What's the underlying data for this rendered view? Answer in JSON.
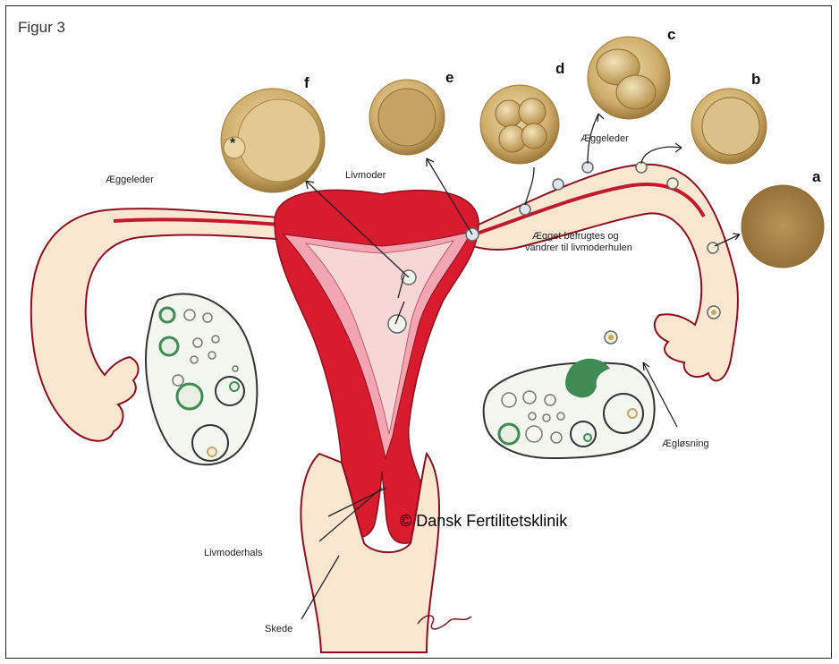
{
  "figure": {
    "title": "Figur 3"
  },
  "labels": {
    "eggeleder_left": "Æggeleder",
    "eggeleder_right": "Æggeleder",
    "livmoder": "Livmoder",
    "befrugtning": "Ægget befrugtes og",
    "befrugtning_2": "vandrer til livmoderhulen",
    "aegloesning": "Ægløsning",
    "livmoderhals": "Livmoderhals",
    "skede": "Skede"
  },
  "stages": {
    "a": "a",
    "b": "b",
    "c": "c",
    "d": "d",
    "e": "e",
    "f": "f"
  },
  "markers": {
    "asterisk": "*"
  },
  "copyright": "© Dansk Fertilitetsklinik",
  "colors": {
    "uterus_red": "#d91b2f",
    "uterus_pink": "#f3a6b2",
    "cavity_light": "#f8d6d6",
    "tube_peach": "#fbe6d2",
    "tube_outline": "#8a1020",
    "ovary_fill": "#f4f7f0",
    "follicle_green": "#3f8a55",
    "embryo_gold": "#c9a765",
    "embryo_dark": "#8f6b2c"
  }
}
